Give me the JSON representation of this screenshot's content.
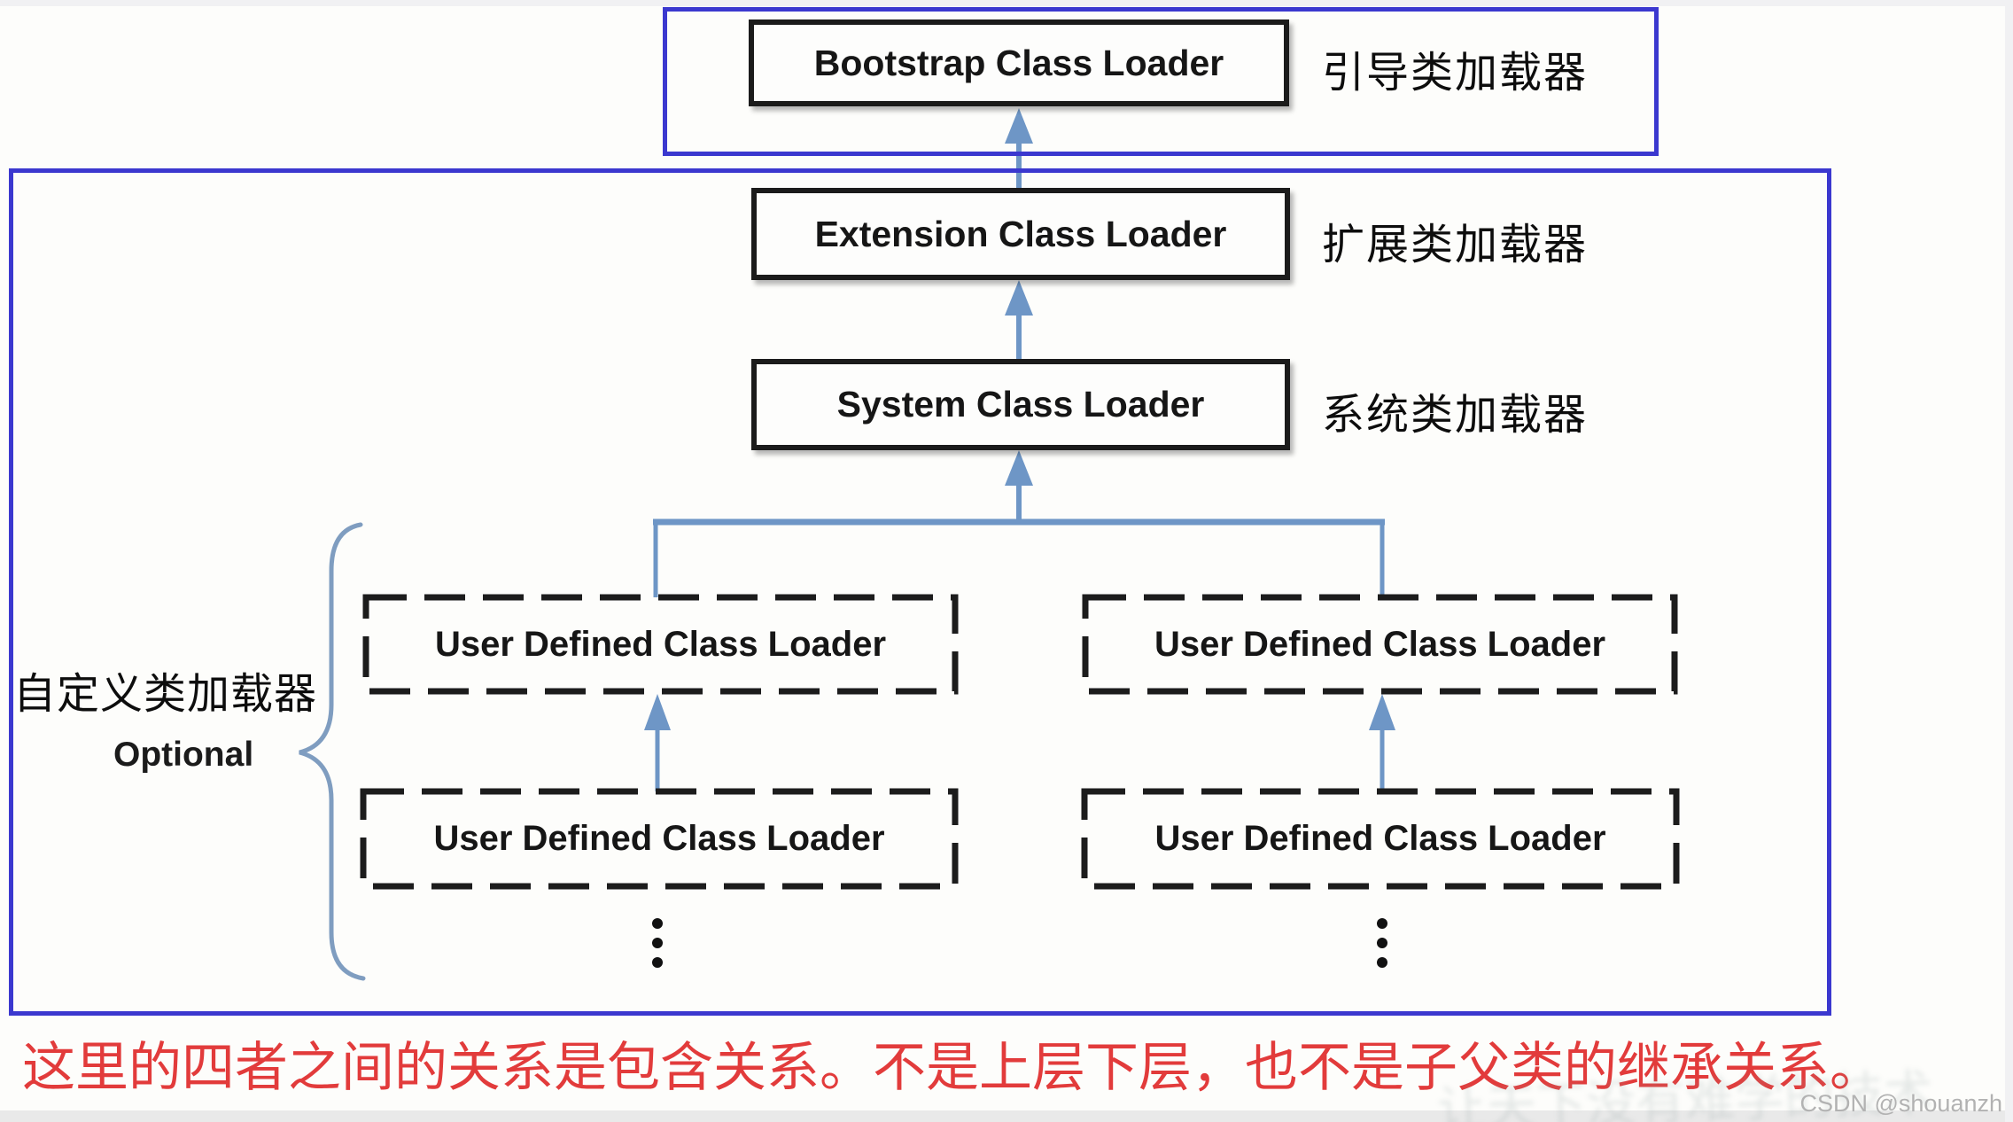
{
  "colors": {
    "frame_blue": "#3b38cf",
    "arrow_blue": "#6e96c6",
    "brace_blue": "#7f9dc0",
    "caption_red": "#e23b3b",
    "box_border_black": "#1b1b1b",
    "watermark_gray": "#b2b2b2"
  },
  "hierarchy": {
    "bootstrap": {
      "label": "Bootstrap Class Loader",
      "annotation": "引导类加载器"
    },
    "extension": {
      "label": "Extension Class Loader",
      "annotation": "扩展类加载器"
    },
    "system": {
      "label": "System Class Loader",
      "annotation": "系统类加载器"
    },
    "user_defined": [
      {
        "label": "User Defined Class Loader"
      },
      {
        "label": "User Defined Class Loader"
      },
      {
        "label": "User Defined Class Loader"
      },
      {
        "label": "User Defined Class Loader"
      }
    ],
    "custom_group": {
      "annotation": "自定义类加载器",
      "optional": "Optional"
    }
  },
  "caption": "这里的四者之间的关系是包含关系。不是上层下层，也不是子父类的继承关系。",
  "watermark": "CSDN @shouanzh",
  "ghost_watermark": "让天下没有难学的技术"
}
